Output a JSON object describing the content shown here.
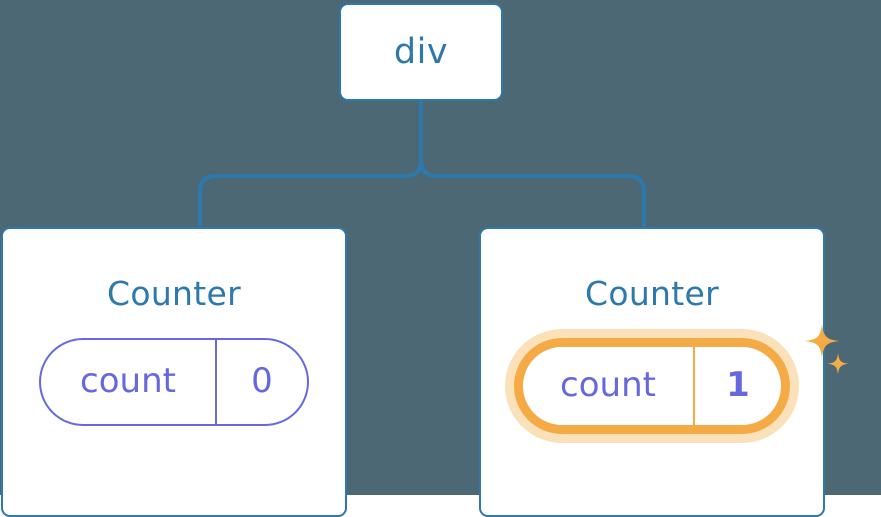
{
  "diagram": {
    "title": "React component tree with highlighted state update",
    "background_color": "#4b6874",
    "node_border_color": "#2d79ac",
    "node_text_color": "#2d79ac",
    "state_color": "#6569dd",
    "highlight_color": "#f5ab45",
    "highlight_glow_color": "#fbe1b9",
    "connector_color": "#2d79ac"
  },
  "root": {
    "label": "div"
  },
  "children": [
    {
      "title": "Counter",
      "state": {
        "key": "count",
        "value": "0",
        "highlighted": false
      }
    },
    {
      "title": "Counter",
      "state": {
        "key": "count",
        "value": "1",
        "highlighted": true
      },
      "sparkle_icon": "sparkles-icon"
    }
  ]
}
